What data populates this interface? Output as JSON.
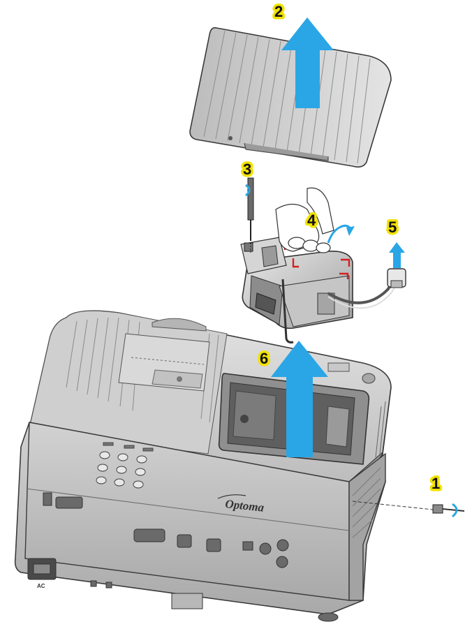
{
  "figure": {
    "brand_logo_text": "Optoma",
    "step_numbers": [
      "1",
      "2",
      "3",
      "4",
      "5",
      "6"
    ],
    "rear_panel_marking": "AC"
  },
  "colors": {
    "arrow_blue": "#2aa6e6",
    "label_highlight": "#f2e200",
    "housing_gray": "#cfcfcf",
    "outline": "#3a3a3a"
  },
  "icons": [
    "up-arrow-icon",
    "rotate-arrow-icon",
    "screw-icon",
    "hand-icon",
    "lamp-module-icon",
    "connector-plug-icon"
  ]
}
